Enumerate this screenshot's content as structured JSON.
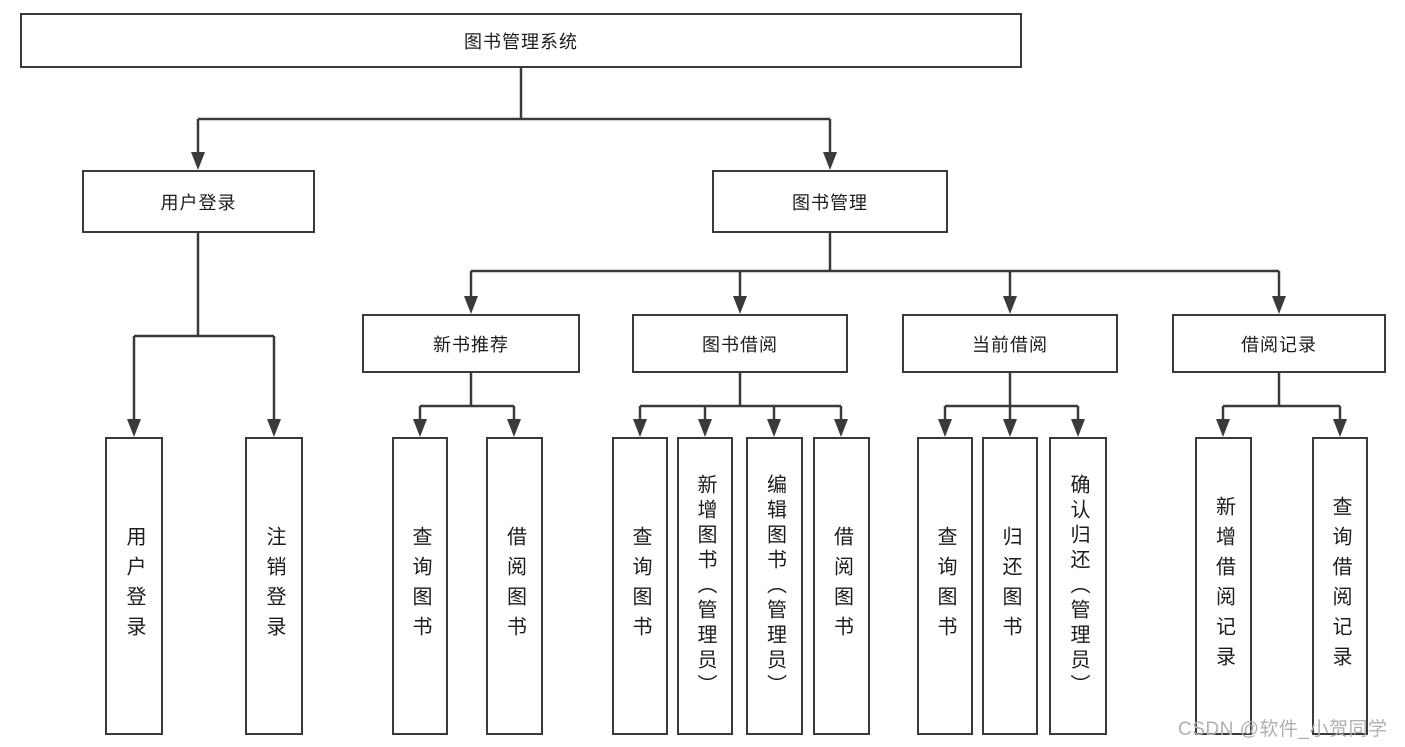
{
  "tree": {
    "label": "图书管理系统",
    "children": [
      {
        "label": "用户登录",
        "children": [
          {
            "label": "用户登录"
          },
          {
            "label": "注销登录"
          }
        ]
      },
      {
        "label": "图书管理",
        "children": [
          {
            "label": "新书推荐",
            "children": [
              {
                "label": "查询图书"
              },
              {
                "label": "借阅图书"
              }
            ]
          },
          {
            "label": "图书借阅",
            "children": [
              {
                "label": "查询图书"
              },
              {
                "label": "新增图书（管理员）"
              },
              {
                "label": "编辑图书（管理员）"
              },
              {
                "label": "借阅图书"
              }
            ]
          },
          {
            "label": "当前借阅",
            "children": [
              {
                "label": "查询图书"
              },
              {
                "label": "归还图书"
              },
              {
                "label": "确认归还（管理员）"
              }
            ]
          },
          {
            "label": "借阅记录",
            "children": [
              {
                "label": "新增借阅记录"
              },
              {
                "label": "查询借阅记录"
              }
            ]
          }
        ]
      }
    ]
  },
  "watermark": {
    "text": "CSDN @软件_小贺同学"
  },
  "colors": {
    "line": "#3a3a3a",
    "box_border": "#3a3a3a",
    "text": "#1c1c1c",
    "watermark": "#b0b0b0",
    "background": "#ffffff"
  }
}
